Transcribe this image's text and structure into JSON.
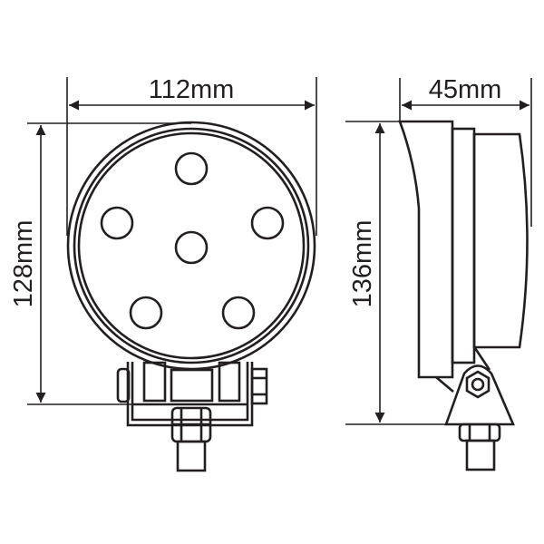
{
  "dimensions": {
    "width_label": "112mm",
    "height_front_label": "128mm",
    "depth_label": "45mm",
    "height_side_label": "136mm"
  },
  "colors": {
    "line": "#231f20",
    "background": "#ffffff"
  }
}
